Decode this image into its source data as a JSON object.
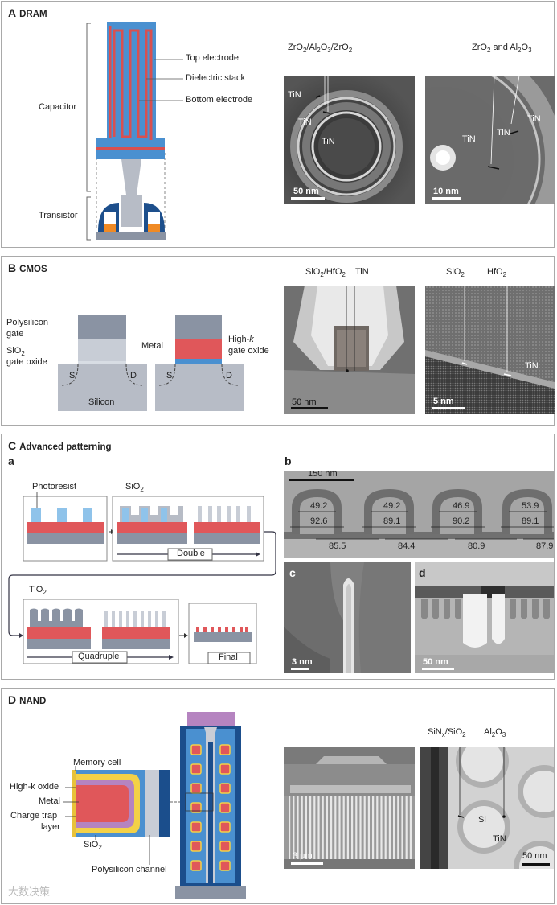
{
  "panelA": {
    "letter": "A",
    "title": "DRAM",
    "labels": {
      "top_electrode": "Top electrode",
      "dielectric_stack": "Dielectric stack",
      "bottom_electrode": "Bottom electrode",
      "capacitor": "Capacitor",
      "transistor": "Transistor"
    },
    "tem1": {
      "label": "ZrO2/Al2O3/ZrO2",
      "l1": "ZrO",
      "l2": "/Al",
      "l3": "O",
      "l4": "/ZrO",
      "tin": "TiN",
      "scale": "50 nm"
    },
    "tem2": {
      "l1": "ZrO",
      "l2": " and Al",
      "l3": "O",
      "tin": "TiN",
      "scale": "10 nm"
    }
  },
  "panelB": {
    "letter": "B",
    "title": "CMOS",
    "labels": {
      "poly1": "Polysilicon",
      "poly2": "gate",
      "ox1": "SiO",
      "ox2": "gate oxide",
      "s": "S",
      "d": "D",
      "silicon": "Silicon",
      "metal": "Metal",
      "hk1": "High-",
      "hk1k": "k",
      "hk2": "gate oxide"
    },
    "tem1": {
      "l1": "SiO",
      "l2": "/HfO",
      "tin": "TiN",
      "scale": "50 nm"
    },
    "tem2": {
      "sio": "SiO",
      "hfo": "HfO",
      "tin": "TiN",
      "scale": "5 nm"
    }
  },
  "panelC": {
    "letter": "C",
    "title": "Advanced patterning",
    "sub": {
      "a": "a",
      "b": "b",
      "c": "c",
      "d": "d"
    },
    "labels": {
      "photoresist": "Photoresist",
      "sio2": "SiO",
      "tio2": "TiO",
      "double": "Double",
      "quadruple": "Quadruple",
      "final": "Final"
    },
    "b": {
      "scale": "150 nm",
      "top": [
        "49.2",
        "49.2",
        "46.9",
        "53.9"
      ],
      "mid": [
        "92.6",
        "89.1",
        "90.2",
        "89.1"
      ],
      "bottom": [
        "85.5",
        "84.4",
        "80.9",
        "87.9"
      ]
    },
    "c_scale": "3 nm",
    "d_scale": "50 nm"
  },
  "panelD": {
    "letter": "D",
    "title": "NAND",
    "labels": {
      "memory_cell": "Memory cell",
      "highk": "High-k oxide",
      "metal": "Metal",
      "ct1": "Charge trap",
      "ct2": "layer",
      "sio2": "SiO",
      "poly_channel": "Polysilicon channel"
    },
    "sem_scale": "3 μm",
    "tem": {
      "sinx": "SiN",
      "x": "x",
      "slash": "/SiO",
      "al": "Al",
      "o": "O",
      "si": "Si",
      "tin": "TiN",
      "scale": "50 nm"
    }
  },
  "watermark": "大数决策"
}
